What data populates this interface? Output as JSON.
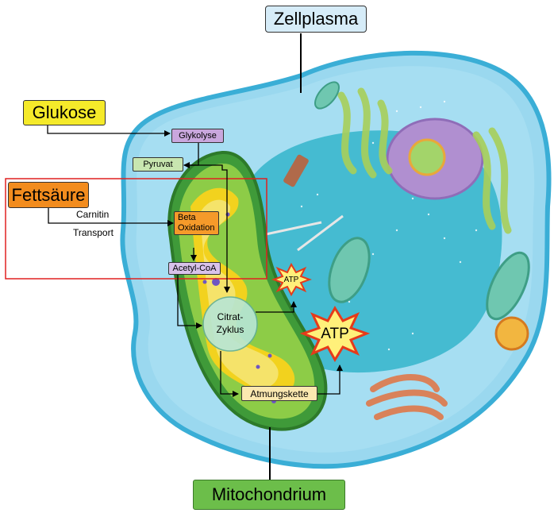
{
  "labels": {
    "zellplasma": "Zellplasma",
    "glukose": "Glukose",
    "fettsaeure": "Fettsäure",
    "mitochondrium": "Mitochondrium",
    "glykolyse": "Glykolyse",
    "pyruvat": "Pyruvat",
    "beta_line1": "Beta",
    "beta_line2": "Oxidation",
    "acetyl": "Acetyl-CoA",
    "carnitin": "Carnitin",
    "transport": "Transport",
    "citrat_line1": "Citrat-",
    "citrat_line2": "Zyklus",
    "atmung": "Atmungskette",
    "atp_small": "ATP",
    "atp_large": "ATP"
  },
  "colors": {
    "zellplasma_fill": "#d6ecf8",
    "glukose_fill": "#f5ea2a",
    "fettsaeure_fill": "#f28c1e",
    "mitochondrium_fill": "#6cbe4a",
    "glykolyse_fill": "#c9a7dd",
    "pyruvat_fill": "#c8e6b0",
    "beta_fill": "#f59a2a",
    "acetyl_fill": "#d9c2ea",
    "atmung_fill": "#fbe8b0",
    "highlight_box": "#e02020",
    "cell_fill": "#7fd0ec",
    "nucleus_fill": "#3cb7cf",
    "atp_star": "#fff07a"
  }
}
